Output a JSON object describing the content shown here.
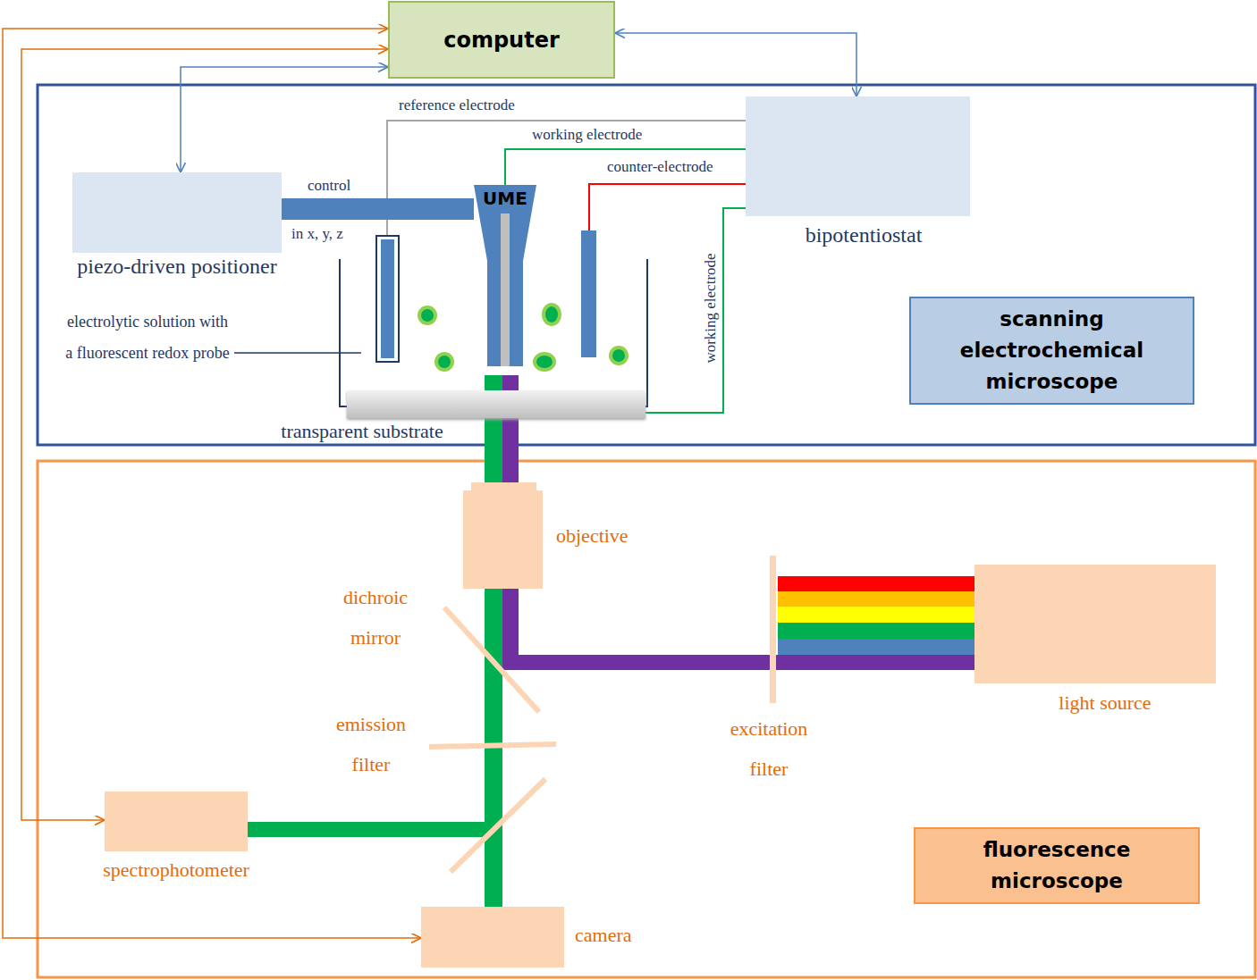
{
  "diagram": {
    "nodes": [
      {
        "text": [
          "computer"
        ]
      },
      {
        "text": [
          "piezo-driven positioner"
        ]
      },
      {
        "text": [
          "UME"
        ]
      },
      {
        "text": [
          "bipotentiostat"
        ]
      },
      {
        "text": [
          "scanning electrochemical microscope"
        ]
      },
      {
        "text": [
          "transparent substrate"
        ]
      },
      {
        "text": [
          "objective"
        ]
      },
      {
        "text": [
          "light source"
        ]
      },
      {
        "text": [
          "spectrophotometer"
        ]
      },
      {
        "text": [
          "camera"
        ]
      },
      {
        "text": [
          "fluorescence microscope"
        ]
      }
    ],
    "edges": [
      {
        "from": 0,
        "to": 1,
        "arrow": "both"
      },
      {
        "from": 0,
        "to": 3,
        "arrow": "both"
      },
      {
        "from": 0,
        "to": 8,
        "arrow": "both"
      },
      {
        "from": 0,
        "to": 9,
        "arrow": "both"
      },
      {
        "from": 1,
        "to": 2,
        "arrow": "none",
        "label": "control"
      },
      {
        "from": 3,
        "to": 2,
        "arrow": "none",
        "label": "working electrode"
      },
      {
        "from": 3,
        "to": 5,
        "arrow": "none",
        "label": "working electrode"
      }
    ],
    "labels": [
      "reference electrode",
      "counter-electrode",
      "in x, y, z",
      "electrolytic solution with a fluorescent redox probe",
      "dichroic mirror",
      "emission filter",
      "excitation filter"
    ]
  }
}
